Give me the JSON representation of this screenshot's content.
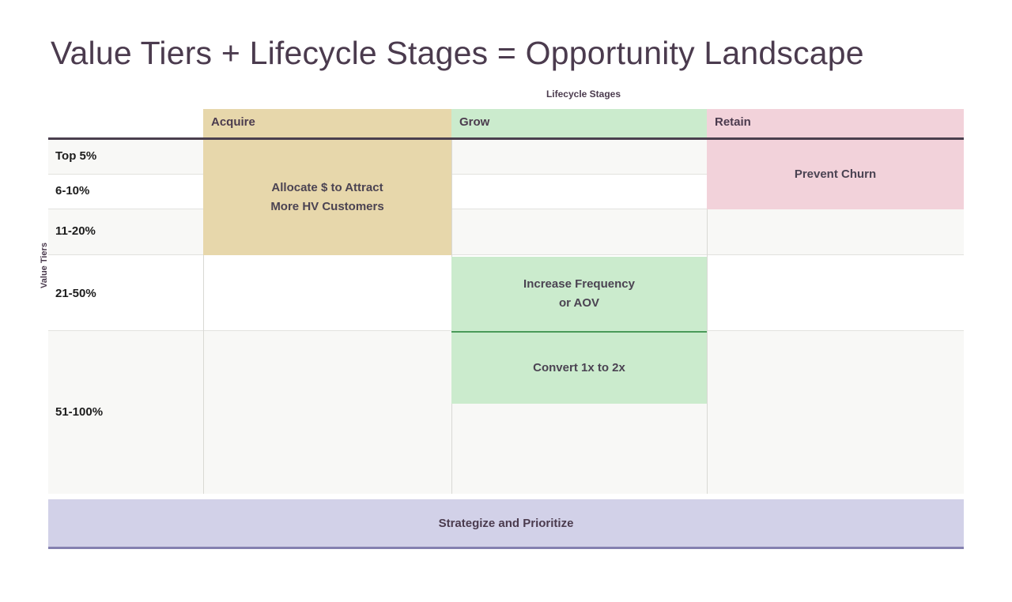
{
  "title": "Value Tiers + Lifecycle Stages = Opportunity Landscape",
  "axes": {
    "x_label": "Lifecycle Stages",
    "y_label": "Value Tiers"
  },
  "columns": [
    {
      "key": "acquire",
      "label": "Acquire",
      "color": "#e7d7ab"
    },
    {
      "key": "grow",
      "label": "Grow",
      "color": "#cbebcd"
    },
    {
      "key": "retain",
      "label": "Retain",
      "color": "#f2d2da"
    }
  ],
  "rows": [
    {
      "key": "top5",
      "label": "Top 5%"
    },
    {
      "key": "r6_10",
      "label": "6-10%"
    },
    {
      "key": "r11_20",
      "label": "11-20%"
    },
    {
      "key": "r21_50",
      "label": "21-50%"
    },
    {
      "key": "r51_100",
      "label": "51-100%"
    }
  ],
  "blocks": [
    {
      "key": "acquire-block",
      "column": "Acquire",
      "rows": "Top 5% - 11-20%",
      "line1": "Allocate $ to Attract",
      "line2": "More HV Customers"
    },
    {
      "key": "retain-block",
      "column": "Retain",
      "rows": "Top 5% - 6-10%",
      "line1": "Prevent Churn",
      "line2": ""
    },
    {
      "key": "grow-block-1",
      "column": "Grow",
      "rows": "21-50%",
      "line1": "Increase Frequency",
      "line2": "or AOV"
    },
    {
      "key": "grow-block-2",
      "column": "Grow",
      "rows": "51-100%",
      "line1": "Convert 1x to 2x",
      "line2": ""
    }
  ],
  "footer": {
    "label": "Strategize and Prioritize",
    "color": "#d2d1e8"
  },
  "theme": {
    "title_color": "#4b3b4e",
    "text_color": "#4b4352",
    "rule_color": "#4a3f4e",
    "grow_divider_color": "#4a9a59",
    "stripe_color": "#f8f8f6"
  }
}
